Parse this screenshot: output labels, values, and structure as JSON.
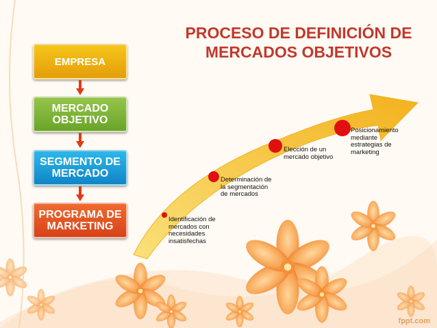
{
  "title": {
    "line1": "PROCESO DE DEFINICIÓN DE",
    "line2": "MERCADOS OBJETIVOS"
  },
  "boxes": [
    {
      "label": "EMPRESA"
    },
    {
      "label": "MERCADO OBJETIVO"
    },
    {
      "label": "SEGMENTO DE MERCADO"
    },
    {
      "label": "PROGRAMA DE MARKETING"
    }
  ],
  "steps": [
    {
      "label": "Identificación de mercados con necesidades insatisfechas"
    },
    {
      "label": "Determinación de la segmentación de mercados"
    },
    {
      "label": "Elección de un mercado objetivo"
    },
    {
      "label": "Posicionamiento mediante estrategias de marketing"
    }
  ],
  "footer": "fppt.com",
  "colors": {
    "title": "#c0392b",
    "box1": "#f0b414",
    "box2": "#80b53a",
    "box3": "#1a9fd8",
    "box4": "#e4552a",
    "connector_arrow": "#e23a12",
    "dot": "#e01010",
    "curve_arrow": "#f6c53a"
  }
}
